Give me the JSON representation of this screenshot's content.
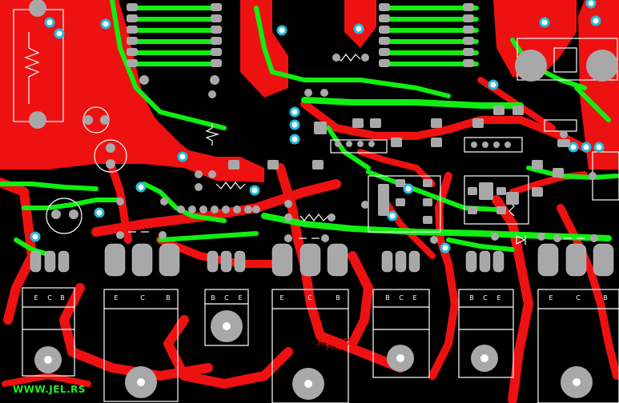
{
  "site_label": "WWW.JEL.RS",
  "solder_label": "SOLDER",
  "ecm_label": "ELEM",
  "colors": {
    "background": "#000000",
    "bottom_copper": "#ee1111",
    "top_copper": "#11ee11",
    "pad": "#a8a8a8",
    "via": "#22bbdd",
    "silkscreen": "#ffffff"
  },
  "transistors": [
    {
      "pins": [
        "E",
        "C",
        "B"
      ]
    },
    {
      "pins": [
        "E",
        "C",
        "B"
      ]
    },
    {
      "pins": [
        "B",
        "C",
        "E"
      ]
    },
    {
      "pins": [
        "E",
        "C",
        "B"
      ]
    },
    {
      "pins": [
        "B",
        "C",
        "E"
      ]
    },
    {
      "pins": [
        "B",
        "C",
        "E"
      ]
    },
    {
      "pins": [
        "E",
        "C",
        "B"
      ]
    }
  ]
}
